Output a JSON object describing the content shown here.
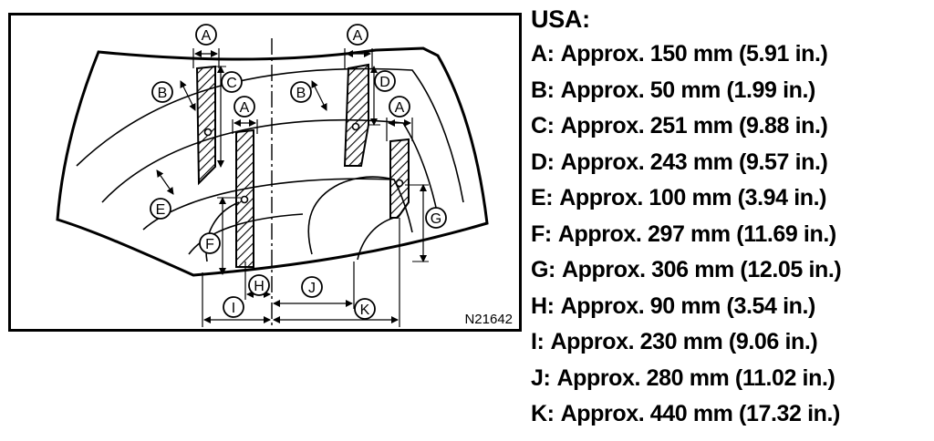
{
  "figure_code": "N21642",
  "legend": {
    "title": "USA:",
    "items": [
      {
        "letter": "A",
        "text": "Approx. 150 mm (5.91 in.)"
      },
      {
        "letter": "B",
        "text": "Approx. 50 mm (1.99 in.)"
      },
      {
        "letter": "C",
        "text": "Approx. 251 mm (9.88 in.)"
      },
      {
        "letter": "D",
        "text": "Approx. 243 mm (9.57 in.)"
      },
      {
        "letter": "E",
        "text": "Approx. 100 mm (3.94 in.)"
      },
      {
        "letter": "F",
        "text": "Approx. 297 mm (11.69 in.)"
      },
      {
        "letter": "G",
        "text": "Approx. 306 mm (12.05 in.)"
      },
      {
        "letter": "H",
        "text": "Approx. 90 mm (3.54 in.)"
      },
      {
        "letter": "I",
        "text": "Approx. 230 mm (9.06 in.)"
      },
      {
        "letter": "J",
        "text": "Approx. 280 mm (11.02 in.)"
      },
      {
        "letter": "K",
        "text": "Approx. 440 mm (17.32 in.)"
      }
    ]
  },
  "callouts": {
    "a1": "A",
    "a2": "A",
    "a3": "A",
    "a4": "A",
    "b1": "B",
    "b2": "B",
    "c": "C",
    "d": "D",
    "e": "E",
    "f": "F",
    "g": "G",
    "h": "H",
    "i": "I",
    "j": "J",
    "k": "K"
  }
}
